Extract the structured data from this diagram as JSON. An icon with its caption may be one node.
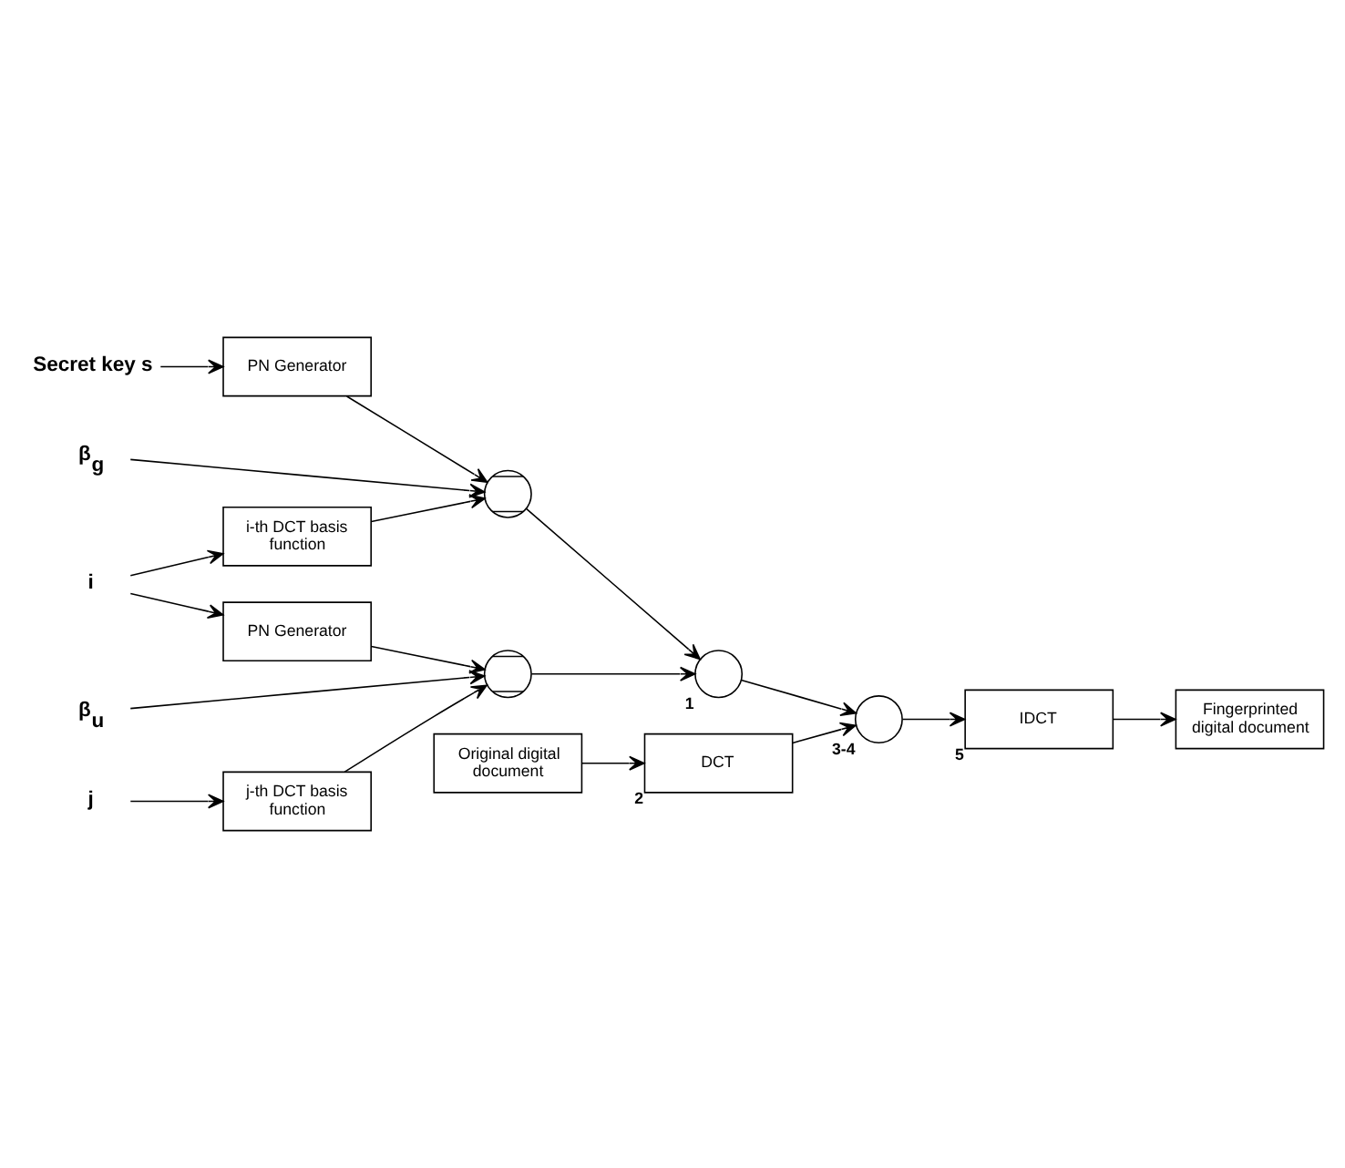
{
  "diagram": {
    "nodes": [
      {
        "text": [
          "Secret key s"
        ]
      },
      {
        "text": [
          "PN Generator"
        ]
      },
      {
        "text": [
          "β$_{g}$"
        ]
      },
      {
        "text": [],
        "shape": "circle"
      },
      {
        "text": [
          "i"
        ]
      },
      {
        "text": [
          "i-th DCT basis function"
        ]
      },
      {
        "text": [
          "PN Generator"
        ]
      },
      {
        "text": [
          "β$_{u}$"
        ]
      },
      {
        "text": [],
        "shape": "circle"
      },
      {
        "text": [
          "j"
        ]
      },
      {
        "text": [
          "j-th DCT basis function"
        ]
      },
      {
        "text": [],
        "shape": "circle",
        "beside": [
          "1"
        ]
      },
      {
        "text": [
          "Original digital document"
        ]
      },
      {
        "text": [
          "DCT"
        ],
        "beside": [
          "2"
        ]
      },
      {
        "text": [],
        "shape": "circle",
        "beside": [
          "3-4"
        ]
      },
      {
        "text": [
          "IDCT"
        ],
        "beside": [
          "5"
        ]
      },
      {
        "text": [
          "Fingerprinted digital document"
        ]
      }
    ],
    "edges": [
      {
        "from": 0,
        "to": 1,
        "arrow": "to"
      },
      {
        "from": 1,
        "to": 3,
        "arrow": "to"
      },
      {
        "from": 2,
        "to": 3,
        "arrow": "to"
      },
      {
        "from": 5,
        "to": 3,
        "arrow": "to"
      },
      {
        "from": 4,
        "to": 5,
        "arrow": "to"
      },
      {
        "from": 4,
        "to": 6,
        "arrow": "to"
      },
      {
        "from": 6,
        "to": 8,
        "arrow": "to"
      },
      {
        "from": 7,
        "to": 8,
        "arrow": "to"
      },
      {
        "from": 10,
        "to": 8,
        "arrow": "to"
      },
      {
        "from": 9,
        "to": 10,
        "arrow": "to"
      },
      {
        "from": 3,
        "to": 11,
        "arrow": "to"
      },
      {
        "from": 8,
        "to": 11,
        "arrow": "to"
      },
      {
        "from": 11,
        "to": 14,
        "arrow": "to"
      },
      {
        "from": 12,
        "to": 13,
        "arrow": "to"
      },
      {
        "from": 13,
        "to": 14,
        "arrow": "to"
      },
      {
        "from": 14,
        "to": 15,
        "arrow": "to"
      },
      {
        "from": 15,
        "to": 16,
        "arrow": "to"
      }
    ]
  }
}
